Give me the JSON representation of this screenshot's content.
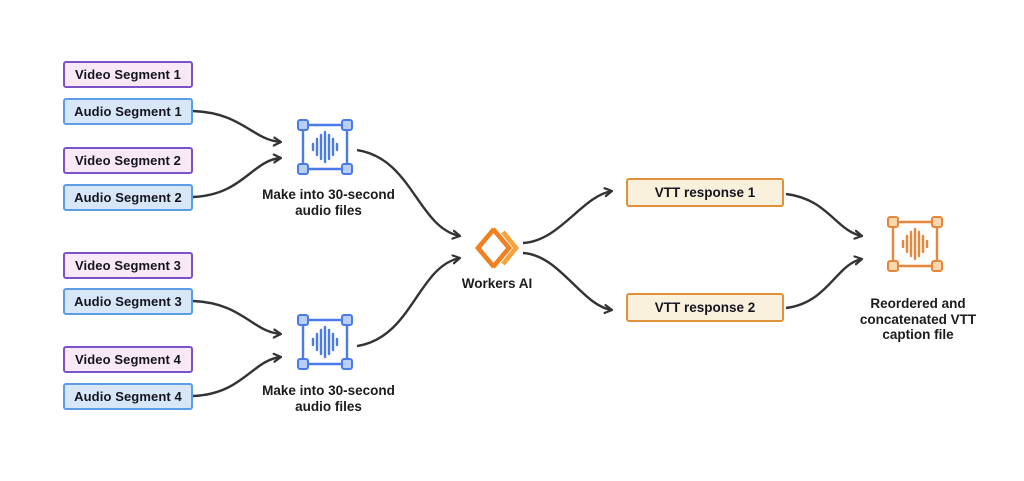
{
  "colors": {
    "video_fill": "#f9e9f7",
    "video_border": "#7c52c8",
    "audio_fill": "#d7e7f8",
    "audio_border": "#5d9de8",
    "vtt_fill": "#faf1dc",
    "vtt_border": "#e0913c",
    "blue_icon": "#4a7be8",
    "orange_icon": "#e8873b",
    "workers_orange": "#f28021",
    "workers_orange_light": "#f9a23c",
    "arrow": "#333333"
  },
  "segments": [
    {
      "video": "Video Segment 1",
      "audio": "Audio Segment 1"
    },
    {
      "video": "Video Segment 2",
      "audio": "Audio Segment 2"
    },
    {
      "video": "Video Segment 3",
      "audio": "Audio Segment 3"
    },
    {
      "video": "Video Segment 4",
      "audio": "Audio Segment 4"
    }
  ],
  "processors": [
    {
      "label": "Make into 30-second\naudio files",
      "icon": "audio-waveform-selection-icon"
    },
    {
      "label": "Make into 30-second\naudio files",
      "icon": "audio-waveform-selection-icon"
    }
  ],
  "workers_ai": {
    "label": "Workers AI",
    "icon": "cloudflare-workers-logo"
  },
  "vtt_responses": [
    {
      "label": "VTT response 1"
    },
    {
      "label": "VTT response 2"
    }
  ],
  "output": {
    "label": "Reordered and\nconcatenated VTT\ncaption file",
    "icon": "audio-waveform-selection-icon"
  }
}
